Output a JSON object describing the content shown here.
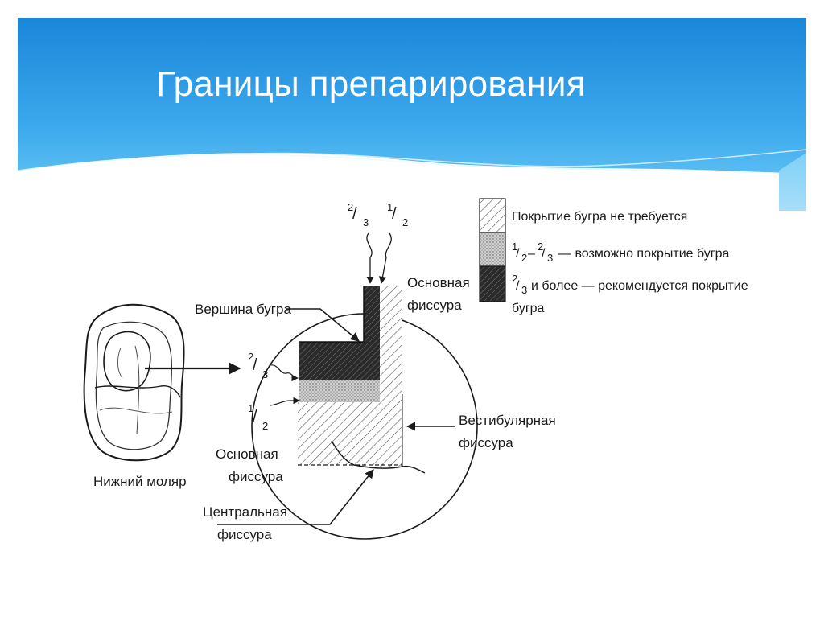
{
  "slide": {
    "title": "Границы препарирования",
    "header_colors": {
      "top": "#1c86d9",
      "bottom": "#63c5f5",
      "wave_light": "#d9f1fc"
    }
  },
  "diagram": {
    "molar_label": "Нижний моляр",
    "cusp_tip_label": "Вершина бугра",
    "main_fissure_top": [
      "Основная",
      "фиссура"
    ],
    "vestibular_fissure": [
      "Вестибулярная",
      "фиссура"
    ],
    "main_fissure_bottom": [
      "Основная",
      "фиссура"
    ],
    "central_fissure": [
      "Центральная",
      "фиссура"
    ],
    "fractions": {
      "two_thirds": {
        "num": "2",
        "den": "3"
      },
      "one_half": {
        "num": "1",
        "den": "2"
      }
    },
    "legend": [
      {
        "key": "hatched",
        "text": "Покрытие бугра не требуется"
      },
      {
        "key": "dotted",
        "text": "— возможно покрытие бугра",
        "prefix": {
          "a_num": "1",
          "a_den": "2",
          "b_num": "2",
          "b_den": "3"
        }
      },
      {
        "key": "dark",
        "text": "и более — рекомендуется покрытие",
        "text2": "бугра",
        "prefix": {
          "num": "2",
          "den": "3"
        }
      }
    ]
  }
}
